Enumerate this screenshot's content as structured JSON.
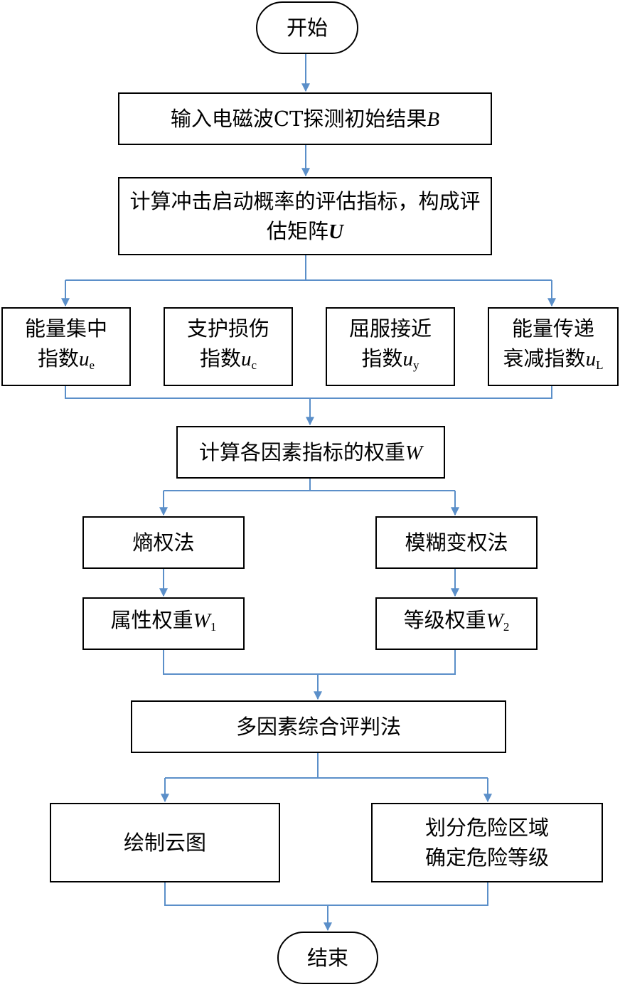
{
  "colors": {
    "connector": "#5b8fc9",
    "box_border": "#000000"
  },
  "nodes": {
    "start": {
      "text": "开始"
    },
    "input": {
      "text": "输入电磁波CT探测初始结果",
      "var": "B"
    },
    "compute_index": {
      "text": "计算冲击启动概率的评估指标，构成评估矩阵",
      "var": "U"
    },
    "idx_energy_conc": {
      "line1": "能量集中",
      "line2": "指数",
      "var": "u",
      "sub": "e"
    },
    "idx_support": {
      "line1": "支护损伤",
      "line2": "指数",
      "var": "u",
      "sub": "c"
    },
    "idx_yield": {
      "line1": "屈服接近",
      "line2": "指数",
      "var": "u",
      "sub": "y"
    },
    "idx_energy_trans": {
      "line1": "能量传递",
      "line2": "衰减指数",
      "var": "u",
      "sub": "L"
    },
    "weights": {
      "text": "计算各因素指标的权重",
      "var": "W"
    },
    "entropy": {
      "text": "熵权法"
    },
    "fuzzy": {
      "text": "模糊变权法"
    },
    "w1": {
      "text": "属性权重",
      "var": "W",
      "sub": "1"
    },
    "w2": {
      "text": "等级权重",
      "var": "W",
      "sub": "2"
    },
    "multi": {
      "text": "多因素综合评判法"
    },
    "cloud": {
      "text": "绘制云图"
    },
    "zone": {
      "line1": "划分危险区域",
      "line2": "确定危险等级"
    },
    "end": {
      "text": "结束"
    }
  }
}
